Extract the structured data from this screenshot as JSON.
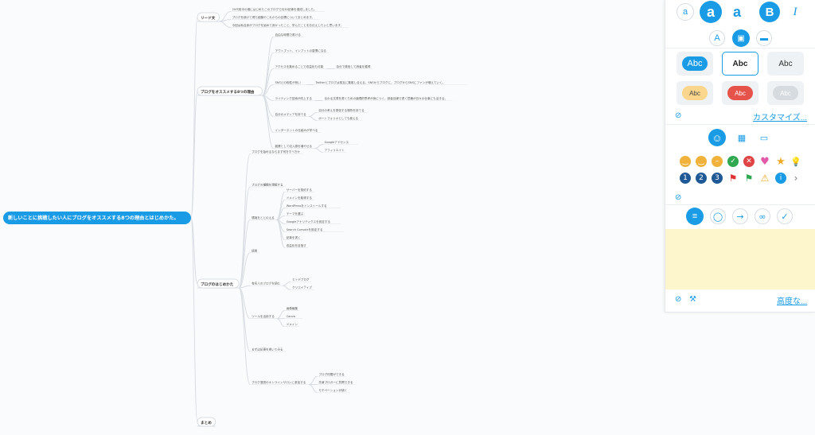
{
  "root": "新しいことに挑戦したい人にブログをオススメする8つの理由とはじめかた。",
  "branches": [
    {
      "label": "リード文",
      "children": [
        {
          "t": "20代前半の頃にはじめたこのブログで月30記事を達成しました。",
          "c": []
        },
        {
          "t": "ブログを続けて得た経験やこれからの目標についてまとめます。",
          "c": []
        },
        {
          "t": "今回は私自身がブログを始めて良かったこと、学んだことをお伝えしたいと思います。",
          "c": []
        }
      ]
    },
    {
      "label": "ブログをオススメする8つの理由",
      "children": [
        {
          "t": "自由な時間で書ける",
          "c": []
        },
        {
          "t": "アウトプット、インプットの習慣になる",
          "c": []
        },
        {
          "t": "アクセスを集めることで収益化も可能",
          "c": [
            "自分で発信して読者を獲得"
          ]
        },
        {
          "t": "SNSとの相性が良い",
          "c": [
            "Twitterとブログは相互に集客し合える。SNSからブログに、ブログからSNSにファンが増えていく。"
          ]
        },
        {
          "t": "ライティング技術が向上する",
          "c": [
            "伝わる文章を書くための論理的思考が身につく。読者目線で書く意識が日々の仕事にも活きる。"
          ]
        },
        {
          "t": "自分のメディアを持てる",
          "c": [
            "自分の考えを発信する場所を持てる",
            "ポートフォリオとしても使える"
          ]
        },
        {
          "t": "インターネットの仕組みが学べる",
          "c": []
        },
        {
          "t": "副業として収入源を増やせる",
          "c": [
            "Googleアドセンス",
            "アフィリエイト"
          ]
        }
      ]
    },
    {
      "label": "ブログのはじめかた",
      "children": [
        {
          "t": "ブログを始めるならまず何をすべきか",
          "c": []
        },
        {
          "t": "ブログの種類を理解する",
          "c": []
        },
        {
          "t": "環境をととのえる",
          "c": [
            "サーバーを契約する",
            "ドメインを取得する",
            "WordPressをインストールする",
            "テーマを選ぶ",
            "Googleアナリティクスを設定する",
            "Search Consoleを設定する",
            "記事を書く",
            "収益化を目指す"
          ]
        },
        {
          "t": "読書",
          "c": []
        },
        {
          "t": "有名人のブログを読む",
          "c": [
            "ヒトデブログ",
            "クリエイティブ"
          ]
        },
        {
          "t": "ツールを活用する",
          "c": [
            "画像編集",
            "Canva",
            "ドメイン"
          ]
        },
        {
          "t": "まずは記事を書いてみる",
          "c": []
        },
        {
          "t": "ブログ運営のオンラインサロンに参加する",
          "c": [
            "ブログ仲間ができる",
            "先輩ブロガーに質問できる",
            "モチベーションが続く"
          ]
        }
      ]
    },
    {
      "label": "まとめ",
      "children": []
    }
  ],
  "panel": {
    "text_buttons": [
      "a",
      "a",
      "a",
      "B",
      "I"
    ],
    "style_sample_label": "Abc",
    "customize_link": "カスタマイズ...",
    "advanced_link": "高度な..."
  }
}
